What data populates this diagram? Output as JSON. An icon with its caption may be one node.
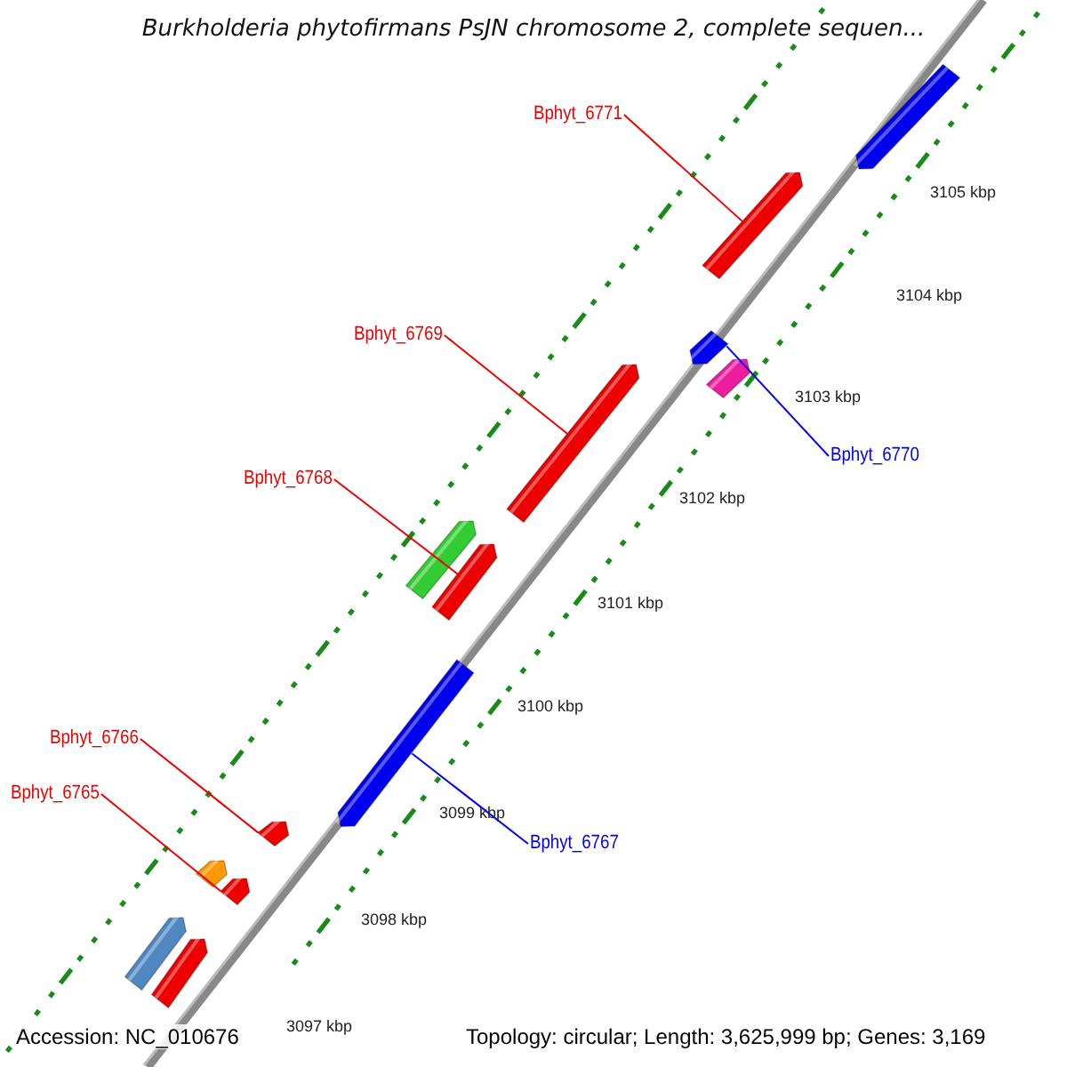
{
  "diagram": {
    "title": "Burkholderia phytofirmans PsJN chromosome 2, complete sequen...",
    "nodes": [
      {
        "text": [
          "Bphyt_6771"
        ]
      },
      {
        "text": [],
        "shape": "bar"
      },
      {
        "text": [
          "Bphyt_6769"
        ]
      },
      {
        "text": [],
        "shape": "bar"
      },
      {
        "text": [
          "Bphyt_6768"
        ]
      },
      {
        "text": [],
        "shape": "bar"
      },
      {
        "text": [
          "Bphyt_6770"
        ]
      },
      {
        "text": [],
        "shape": "bar"
      },
      {
        "text": [
          "Bphyt_6767"
        ]
      },
      {
        "text": [],
        "shape": "bar"
      },
      {
        "text": [
          "Bphyt_6766"
        ]
      },
      {
        "text": [],
        "shape": "bar"
      },
      {
        "text": [
          "Bphyt_6765"
        ]
      },
      {
        "text": [],
        "shape": "bar"
      }
    ],
    "edges": [
      {
        "from": 0,
        "to": 1,
        "arrow": "none"
      },
      {
        "from": 2,
        "to": 3,
        "arrow": "none"
      },
      {
        "from": 4,
        "to": 5,
        "arrow": "none"
      },
      {
        "from": 6,
        "to": 7,
        "arrow": "none",
        "color": "#0000ff"
      },
      {
        "from": 8,
        "to": 9,
        "arrow": "none",
        "color": "#0000ff"
      },
      {
        "from": 10,
        "to": 11,
        "arrow": "none"
      },
      {
        "from": 12,
        "to": 13,
        "arrow": "none"
      }
    ],
    "labels": [
      "3105 kbp",
      "3104 kbp",
      "3103 kbp",
      "3102 kbp",
      "3101 kbp",
      "3100 kbp",
      "3099 kbp",
      "3098 kbp",
      "3097 kbp",
      "Accession: NC_010676",
      "Topology: circular; Length: 3,625,999 bp; Genes: 3,169"
    ]
  }
}
